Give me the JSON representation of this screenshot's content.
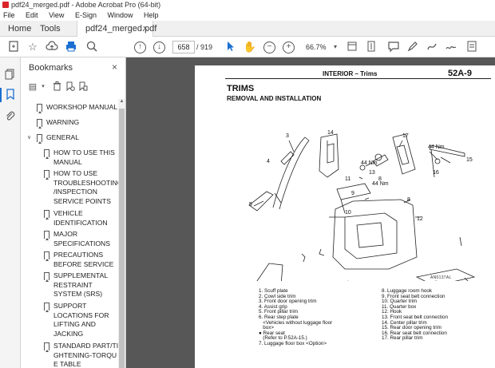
{
  "window": {
    "title": "pdf24_merged.pdf - Adobe Acrobat Pro (64-bit)"
  },
  "menu": [
    "File",
    "Edit",
    "View",
    "E-Sign",
    "Window",
    "Help"
  ],
  "tabs": {
    "home": "Home",
    "tools": "Tools",
    "doc": "pdf24_merged.pdf",
    "close": "×"
  },
  "toolbar": {
    "page_current": "658",
    "page_total": "/ 919",
    "zoom": "66.7%"
  },
  "bookmarks": {
    "title": "Bookmarks",
    "items": [
      {
        "label": "WORKSHOP MANUAL"
      },
      {
        "label": "WARNING"
      },
      {
        "label": "GENERAL"
      },
      {
        "label": "HOW TO USE THIS MANUAL"
      },
      {
        "label": "HOW TO USE TROUBLESHOOTING /INSPECTION SERVICE POINTS"
      },
      {
        "label": "VEHICLE IDENTIFICATION"
      },
      {
        "label": "MAJOR SPECIFICATIONS"
      },
      {
        "label": "PRECAUTIONS BEFORE SERVICE"
      },
      {
        "label": "SUPPLEMENTAL RESTRAINT SYSTEM (SRS)"
      },
      {
        "label": "SUPPORT LOCATIONS FOR LIFTING AND JACKING"
      },
      {
        "label": "STANDARD PART/TIGHTENING-TORQUE TABLE"
      }
    ]
  },
  "document": {
    "section": "INTERIOR – Trims",
    "code": "52A-9",
    "title": "TRIMS",
    "subtitle": "REMOVAL AND INSTALLATION",
    "figure_code": "AN0137AL",
    "torque": "44 Nm",
    "legend_left": [
      "1. Scuff plate",
      "2. Cowl side trim",
      "3. Front door opening trim",
      "4. Assist grip",
      "5. Front pillar trim",
      "6. Rear step plate",
      "   <Vehicles without luggage floor",
      "   box>",
      "● Rear seat",
      "   (Refer to P.52A-15.)",
      "7. Luggage floor box <Option>"
    ],
    "legend_right": [
      "8. Luggage room hook",
      "9. Front seat belt connection",
      "10. Quarter trim",
      "11. Quarter box",
      "12. Hook",
      "13. Front seat belt connection",
      "14. Center pillar trim",
      "15. Rear door opening trim",
      "16. Rear seat belt connection",
      "17. Rear pillar trim"
    ]
  }
}
